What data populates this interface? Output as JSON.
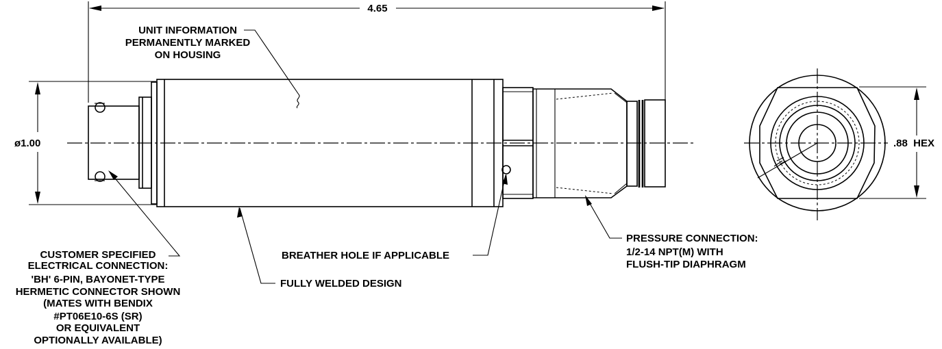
{
  "dimensions": {
    "overall_length": "4.65",
    "diameter": "ø1.00",
    "hex": ".88  HEX"
  },
  "callouts": {
    "unit_info": [
      "UNIT INFORMATION",
      "PERMANENTLY MARKED",
      "ON HOUSING"
    ],
    "electrical": [
      "CUSTOMER SPECIFIED",
      "ELECTRICAL CONNECTION:",
      "'BH' 6-PIN, BAYONET-TYPE",
      "HERMETIC CONNECTOR SHOWN",
      "(MATES WITH BENDIX",
      "#PT06E10-6S (SR)",
      "OR EQUIVALENT",
      "OPTIONALLY AVAILABLE)"
    ],
    "breather": "BREATHER HOLE IF APPLICABLE",
    "welded": "FULLY WELDED DESIGN",
    "pressure": [
      "PRESSURE CONNECTION:",
      "1/2-14 NPT(M) WITH",
      "FLUSH-TIP DIAPHRAGM"
    ]
  }
}
